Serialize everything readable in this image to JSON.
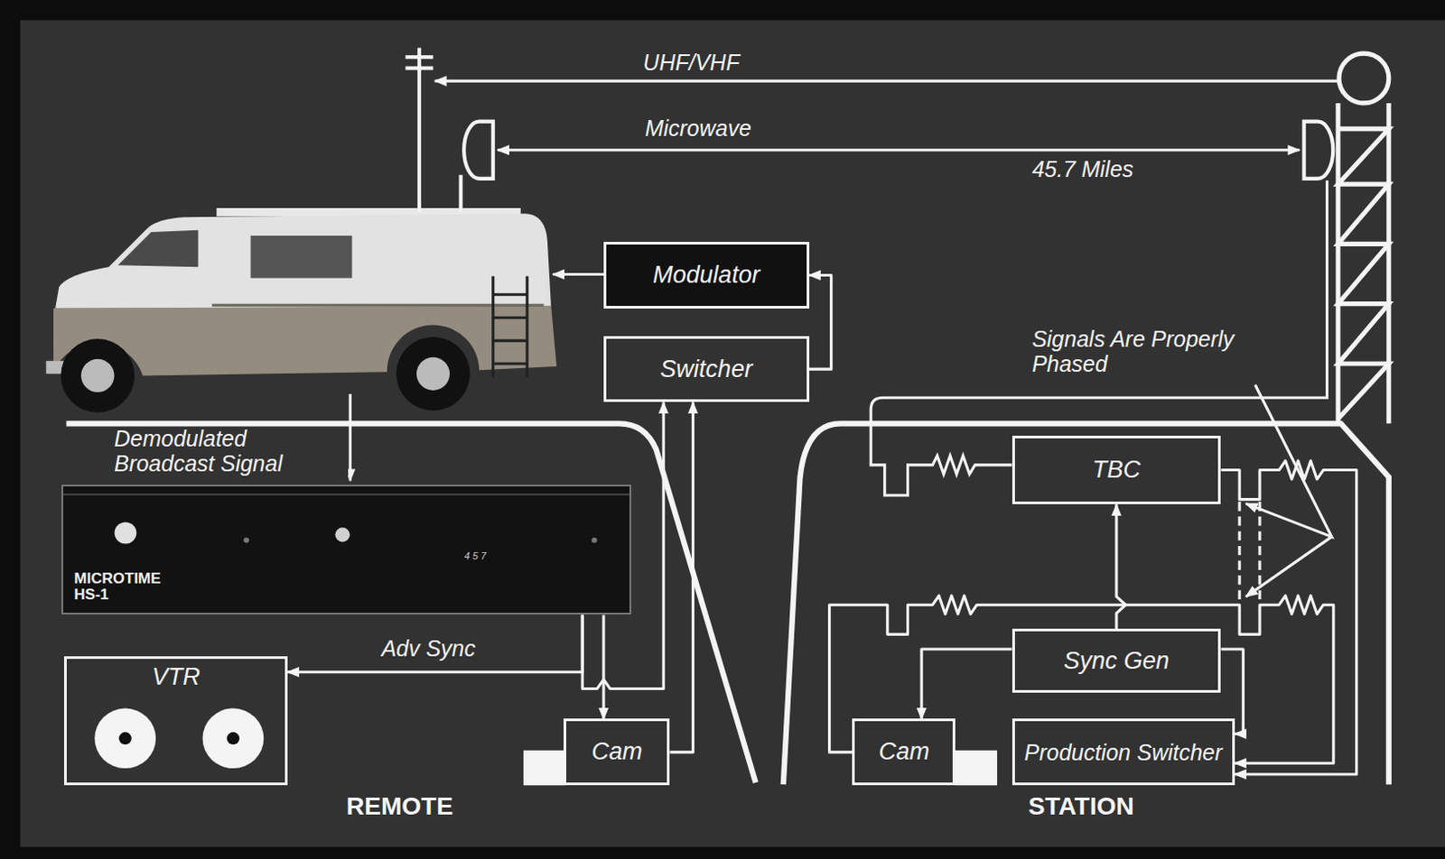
{
  "diagram": {
    "nodes": [
      {
        "text": [
          "Modulator"
        ]
      },
      {
        "text": [
          "Switcher"
        ]
      },
      {
        "text": [
          "MICROTIME",
          "HS-1"
        ]
      },
      {
        "text": [
          "VTR"
        ]
      },
      {
        "text": [
          "Cam"
        ]
      },
      {
        "text": [
          "TBC"
        ]
      },
      {
        "text": [
          "Sync Gen"
        ]
      },
      {
        "text": [
          "Cam"
        ]
      },
      {
        "text": [
          "Production Switcher"
        ]
      }
    ],
    "edges": [
      {
        "from": 1,
        "to": 0,
        "arrow": "to"
      },
      {
        "from": 2,
        "to": 3,
        "label": "Adv Sync",
        "arrow": "to"
      },
      {
        "from": 2,
        "to": 4,
        "arrow": "to"
      },
      {
        "from": 2,
        "to": 1,
        "arrow": "to"
      },
      {
        "from": 4,
        "to": 1,
        "arrow": "to"
      },
      {
        "from": 6,
        "to": 5,
        "arrow": "to"
      },
      {
        "from": 6,
        "to": 7,
        "arrow": "to"
      },
      {
        "from": 6,
        "to": 8,
        "arrow": "to"
      },
      {
        "from": 5,
        "to": 8,
        "arrow": "to"
      },
      {
        "from": 7,
        "to": 8,
        "arrow": "to"
      }
    ],
    "labels": [
      "UHF/VHF",
      "Microwave",
      "45.7 Miles",
      "Signals Are Properly Phased",
      "Demodulated Broadcast Signal",
      "4 5 7",
      "REMOTE",
      "STATION"
    ]
  }
}
